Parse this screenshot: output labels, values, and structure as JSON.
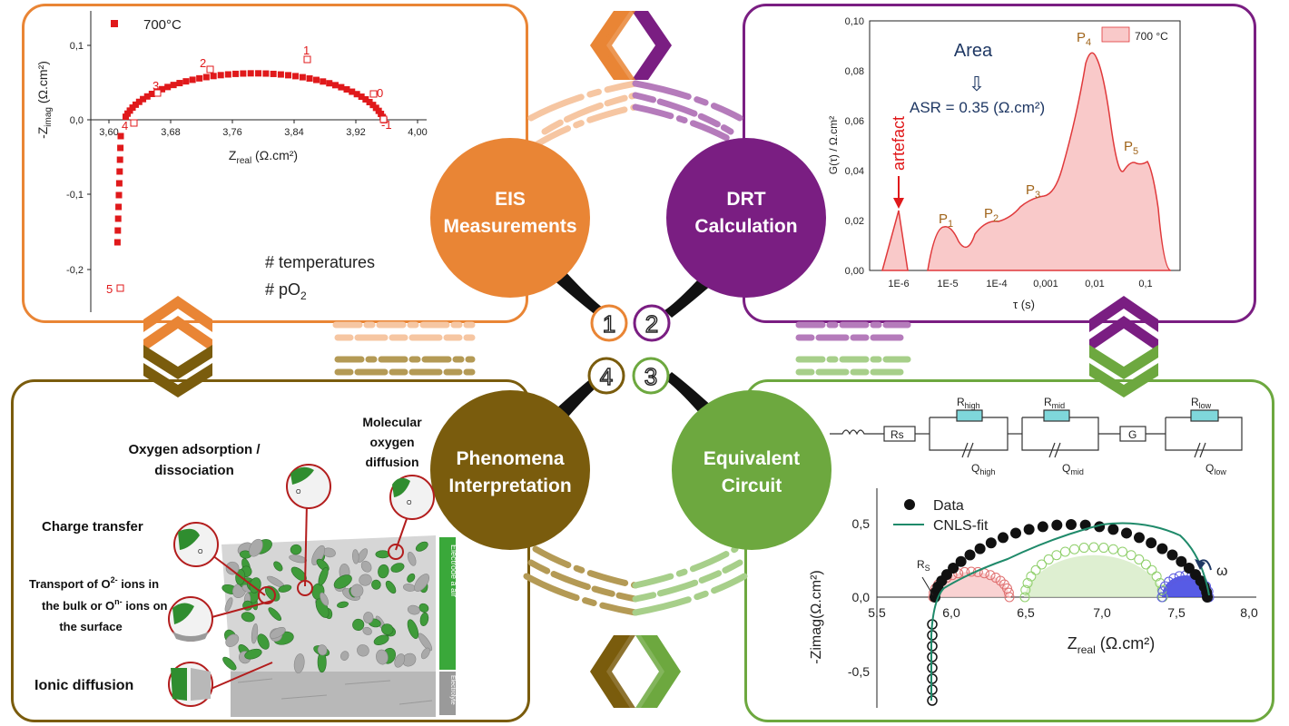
{
  "center": {
    "eis_line1": "EIS",
    "eis_line2": "Measurements",
    "drt_line1": "DRT",
    "drt_line2": "Calculation",
    "phen_line1": "Phenomena",
    "phen_line2": "Interpretation",
    "eq_line1": "Equivalent",
    "eq_line2": "Circuit",
    "step1": "1",
    "step2": "2",
    "step3": "3",
    "step4": "4"
  },
  "colors": {
    "eis": "#e98535",
    "drt": "#7a1e82",
    "phen": "#7a5c0d",
    "eq": "#6da83f",
    "data_red": "#e0191b"
  },
  "eis_panel": {
    "legend": "700°C",
    "ylabel": "-Z",
    "ylabel_sub": "imag",
    "ylabel_unit": " (Ω.cm²)",
    "xlabel": "Z",
    "xlabel_sub": "real",
    "xlabel_unit": " (Ω.cm²)",
    "note1": "# temperatures",
    "note2": "# pO",
    "note2_sub": "2",
    "xticks": [
      "3,60",
      "3,68",
      "3,76",
      "3,84",
      "3,92",
      "4,00"
    ],
    "yticks": [
      "0,1",
      "0,0",
      "-0,1",
      "-0,2"
    ],
    "point_labels": [
      "1",
      "2",
      "3",
      "4",
      "0",
      "-1",
      "5"
    ]
  },
  "drt_panel": {
    "legend": "700 °C",
    "ylabel": "G(τ) / Ω.cm²",
    "xlabel": "τ (s)",
    "area_label": "Area",
    "arrow_glyph": "⇩",
    "asr_text": "ASR = 0.35 (Ω.cm²)",
    "artefact": "artefact",
    "peaks": [
      "P1",
      "P2",
      "P3",
      "P4",
      "P5"
    ],
    "xticks": [
      "1E-6",
      "1E-5",
      "1E-4",
      "0,001",
      "0,01",
      "0,1"
    ],
    "yticks": [
      "0,10",
      "0,08",
      "0,06",
      "0,04",
      "0,02",
      "0,00"
    ]
  },
  "eq_panel": {
    "rs": "Rs",
    "g": "G",
    "r_high": "R",
    "r_high_sub": "high",
    "r_mid": "R",
    "r_mid_sub": "mid",
    "r_low": "R",
    "r_low_sub": "low",
    "q_high": "Q",
    "q_high_sub": "high",
    "q_mid": "Q",
    "q_mid_sub": "mid",
    "q_low": "Q",
    "q_low_sub": "low",
    "legend_data": "Data",
    "legend_fit": "CNLS-fit",
    "ylabel": "-Zimag(Ω.cm²)",
    "xlabel": "Z",
    "xlabel_sub": "real",
    "xlabel_unit": " (Ω.cm²)",
    "rs_marker": "R",
    "rs_marker_sub": "S",
    "omega": "ω",
    "xticks": [
      "5,5",
      "6,0",
      "6,5",
      "7,0",
      "7,5",
      "8,0"
    ],
    "yticks": [
      "0,5",
      "0,0",
      "-0,5"
    ]
  },
  "phen_panel": {
    "oxygen_ads_1": "Oxygen adsorption /",
    "oxygen_ads_2": "dissociation",
    "molecular_1": "Molecular",
    "molecular_2": "oxygen",
    "molecular_3": "diffusion",
    "charge_transfer": "Charge transfer",
    "transport_1": "Transport of O",
    "transport_1_sup": "2-",
    "transport_1_end": " ions in",
    "transport_2": "the bulk or O",
    "transport_2_sup": "n-",
    "transport_2_end": " ions on",
    "transport_3": "the surface",
    "ionic": "Ionic diffusion",
    "electrode_label": "Electrode à air",
    "electrolyte_label": "Electrolyte"
  }
}
